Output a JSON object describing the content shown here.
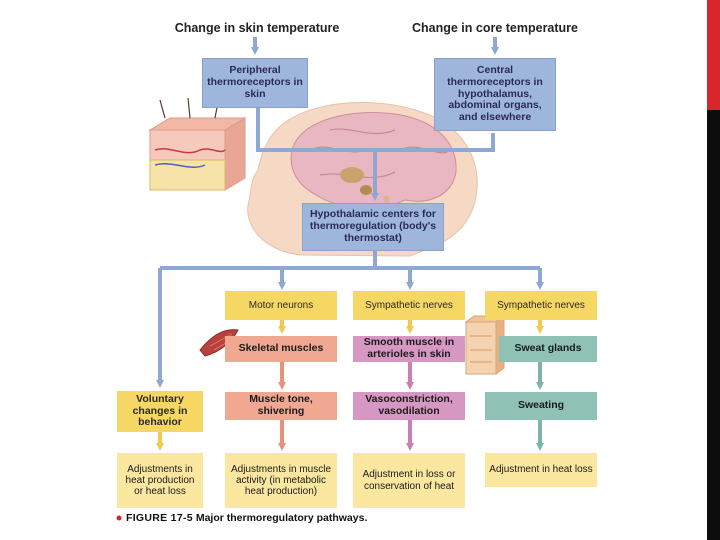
{
  "headers": {
    "skin": "Change in skin temperature",
    "core": "Change in core temperature"
  },
  "receptors": {
    "peripheral": "Peripheral thermoreceptors in skin",
    "central": "Central thermoreceptors in hypothalamus, abdominal organs, and elsewhere"
  },
  "center": "Hypothalamic centers for thermoregulation (body's thermostat)",
  "branches": {
    "behavior": {
      "change": "Voluntary changes in behavior",
      "adjustment": "Adjustments in heat production or heat loss"
    },
    "motor": {
      "nerves": "Motor neurons",
      "effector": "Skeletal muscles",
      "response": "Muscle tone, shivering",
      "adjustment": "Adjustments in muscle activity (in metabolic heat production)"
    },
    "vascular": {
      "nerves": "Sympathetic nerves",
      "effector": "Smooth muscle in arterioles in skin",
      "response": "Vasoconstriction, vasodilation",
      "adjustment": "Adjustment in loss or conservation of heat"
    },
    "sweat": {
      "nerves": "Sympathetic nerves",
      "effector": "Sweat glands",
      "response": "Sweating",
      "adjustment": "Adjustment in heat loss"
    }
  },
  "caption": {
    "figure": "FIGURE 17-5",
    "text": "Major thermoregulatory pathways."
  },
  "colors": {
    "arrow_blue": "#9fb6dc",
    "receptor_blue": "#9fb6dc",
    "nerve_yellow": "#f7d764",
    "muscle_salmon": "#f0a892",
    "vessel_pink": "#d797c3",
    "sweat_teal": "#8fc2b5",
    "adjust_yellow": "#fbe7a0",
    "sidebar": "#0d0d0d",
    "accent_red": "#d7262e"
  }
}
